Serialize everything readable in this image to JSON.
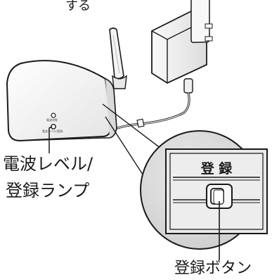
{
  "top_fragment": "する",
  "lamp_label": {
    "line1": "電波レベル/",
    "line2": "登録ランプ"
  },
  "panel_heading": "登 録",
  "device_tiny_text": {
    "line1": "電波状態",
    "line2": "電波レベル/登録"
  },
  "button_label": "登録ボタン",
  "colors": {
    "outline": "#1a1a1a",
    "device_body": "#f6f6f6",
    "zoom_fill": "#d8d8d8",
    "adapter_fill": "#f2f2f2"
  }
}
